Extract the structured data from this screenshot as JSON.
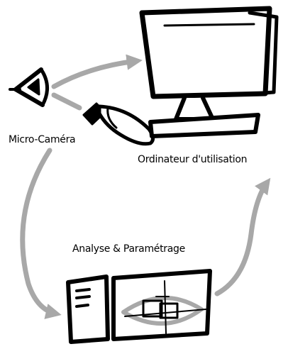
{
  "labels": {
    "camera": "Micro-Caméra",
    "computer": "Ordinateur d'utilisation",
    "analysis": "Analyse & Paramétrage"
  },
  "colors": {
    "ink": "#000000",
    "arrow": "#a8a8a8"
  }
}
